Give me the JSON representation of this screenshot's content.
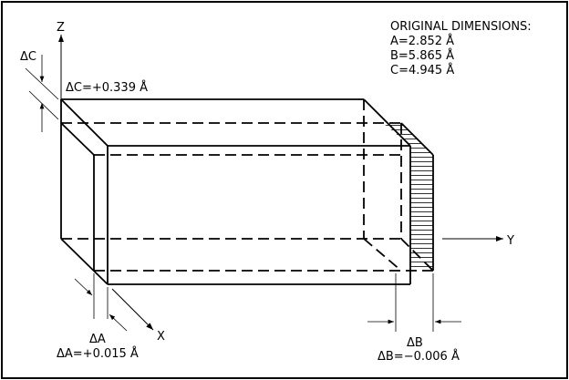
{
  "axes": {
    "z": "Z",
    "y": "Y",
    "x": "X"
  },
  "original_dimensions": {
    "title": "ORIGINAL  DIMENSIONS:",
    "a": "A=2.852  Å",
    "b": "B=5.865  Å",
    "c": "C=4.945  Å"
  },
  "deltas": {
    "c_symbol": "ΔC",
    "c_value": "ΔC=+0.339  Å",
    "a_symbol": "ΔA",
    "a_value": "ΔA=+0.015  Å",
    "b_symbol": "ΔB",
    "b_value": "ΔB=−0.006  Å"
  }
}
